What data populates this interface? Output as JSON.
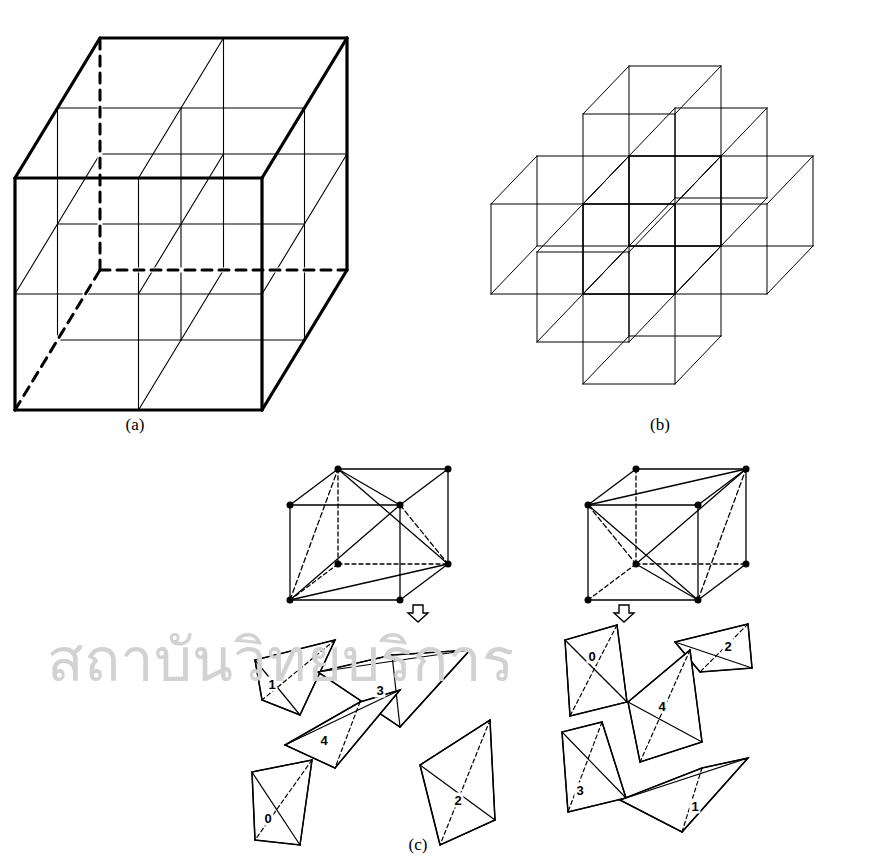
{
  "diagram": {
    "labels": [
      "(a)",
      "(b)",
      "1",
      "3",
      "4",
      "0",
      "2",
      "0",
      "2",
      "4",
      "3",
      "1",
      "(c)",
      "สถาบันวิทยบริการ"
    ]
  }
}
